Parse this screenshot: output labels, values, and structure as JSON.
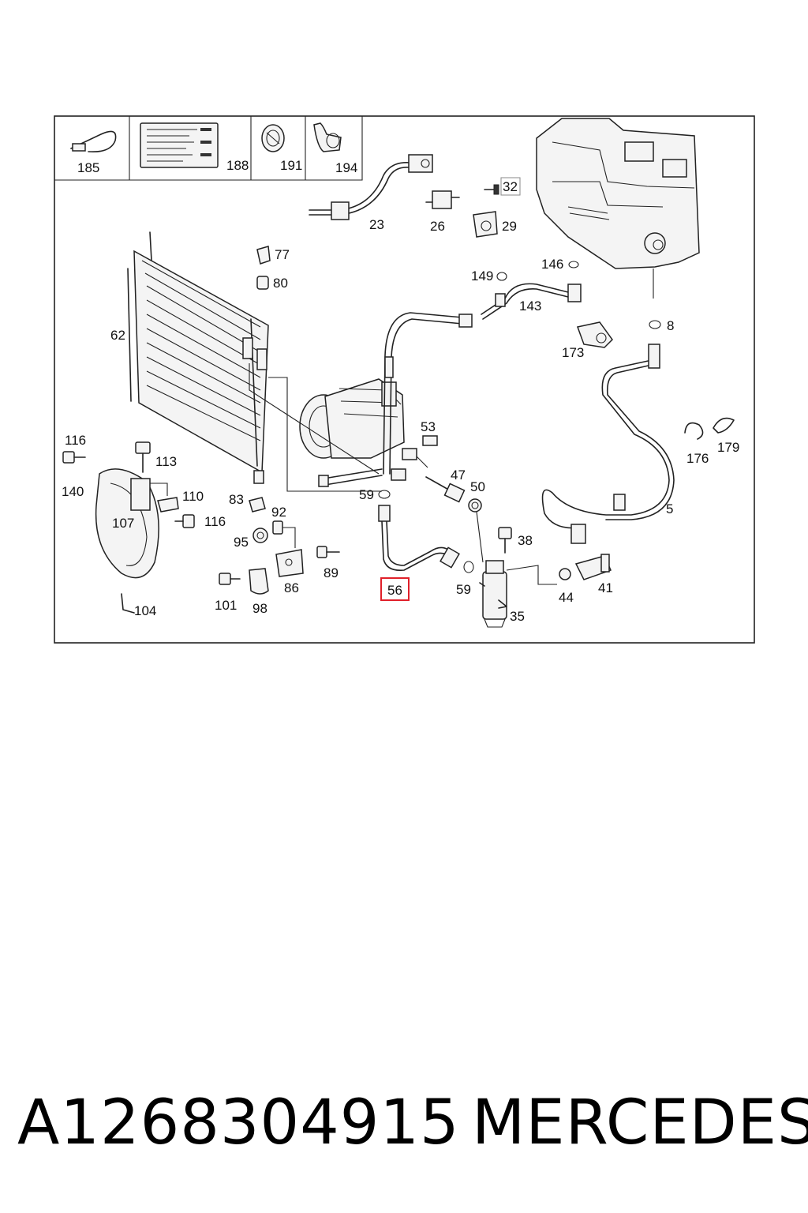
{
  "diagram": {
    "legend_callouts": [
      "185",
      "188",
      "191",
      "194"
    ],
    "callouts": {
      "c23": "23",
      "c26": "26",
      "c29": "29",
      "c32": "32",
      "c77": "77",
      "c80": "80",
      "c62": "62",
      "c146": "146",
      "c149": "149",
      "c143": "143",
      "c8": "8",
      "c173": "173",
      "c176": "176",
      "c179": "179",
      "c5": "5",
      "c116a": "116",
      "c113": "113",
      "c140": "140",
      "c110": "110",
      "c116b": "116",
      "c107": "107",
      "c83": "83",
      "c92": "92",
      "c95": "95",
      "c89": "89",
      "c86": "86",
      "c101": "101",
      "c98": "98",
      "c104": "104",
      "c53": "53",
      "c47": "47",
      "c50": "50",
      "c59a": "59",
      "c59b": "59",
      "c38": "38",
      "c44": "44",
      "c41": "41",
      "c35": "35"
    },
    "highlighted_callout": "56",
    "highlight_color": "#e0202a"
  },
  "footer": {
    "part_number": "A1268304915",
    "brand": "MERCEDES"
  }
}
